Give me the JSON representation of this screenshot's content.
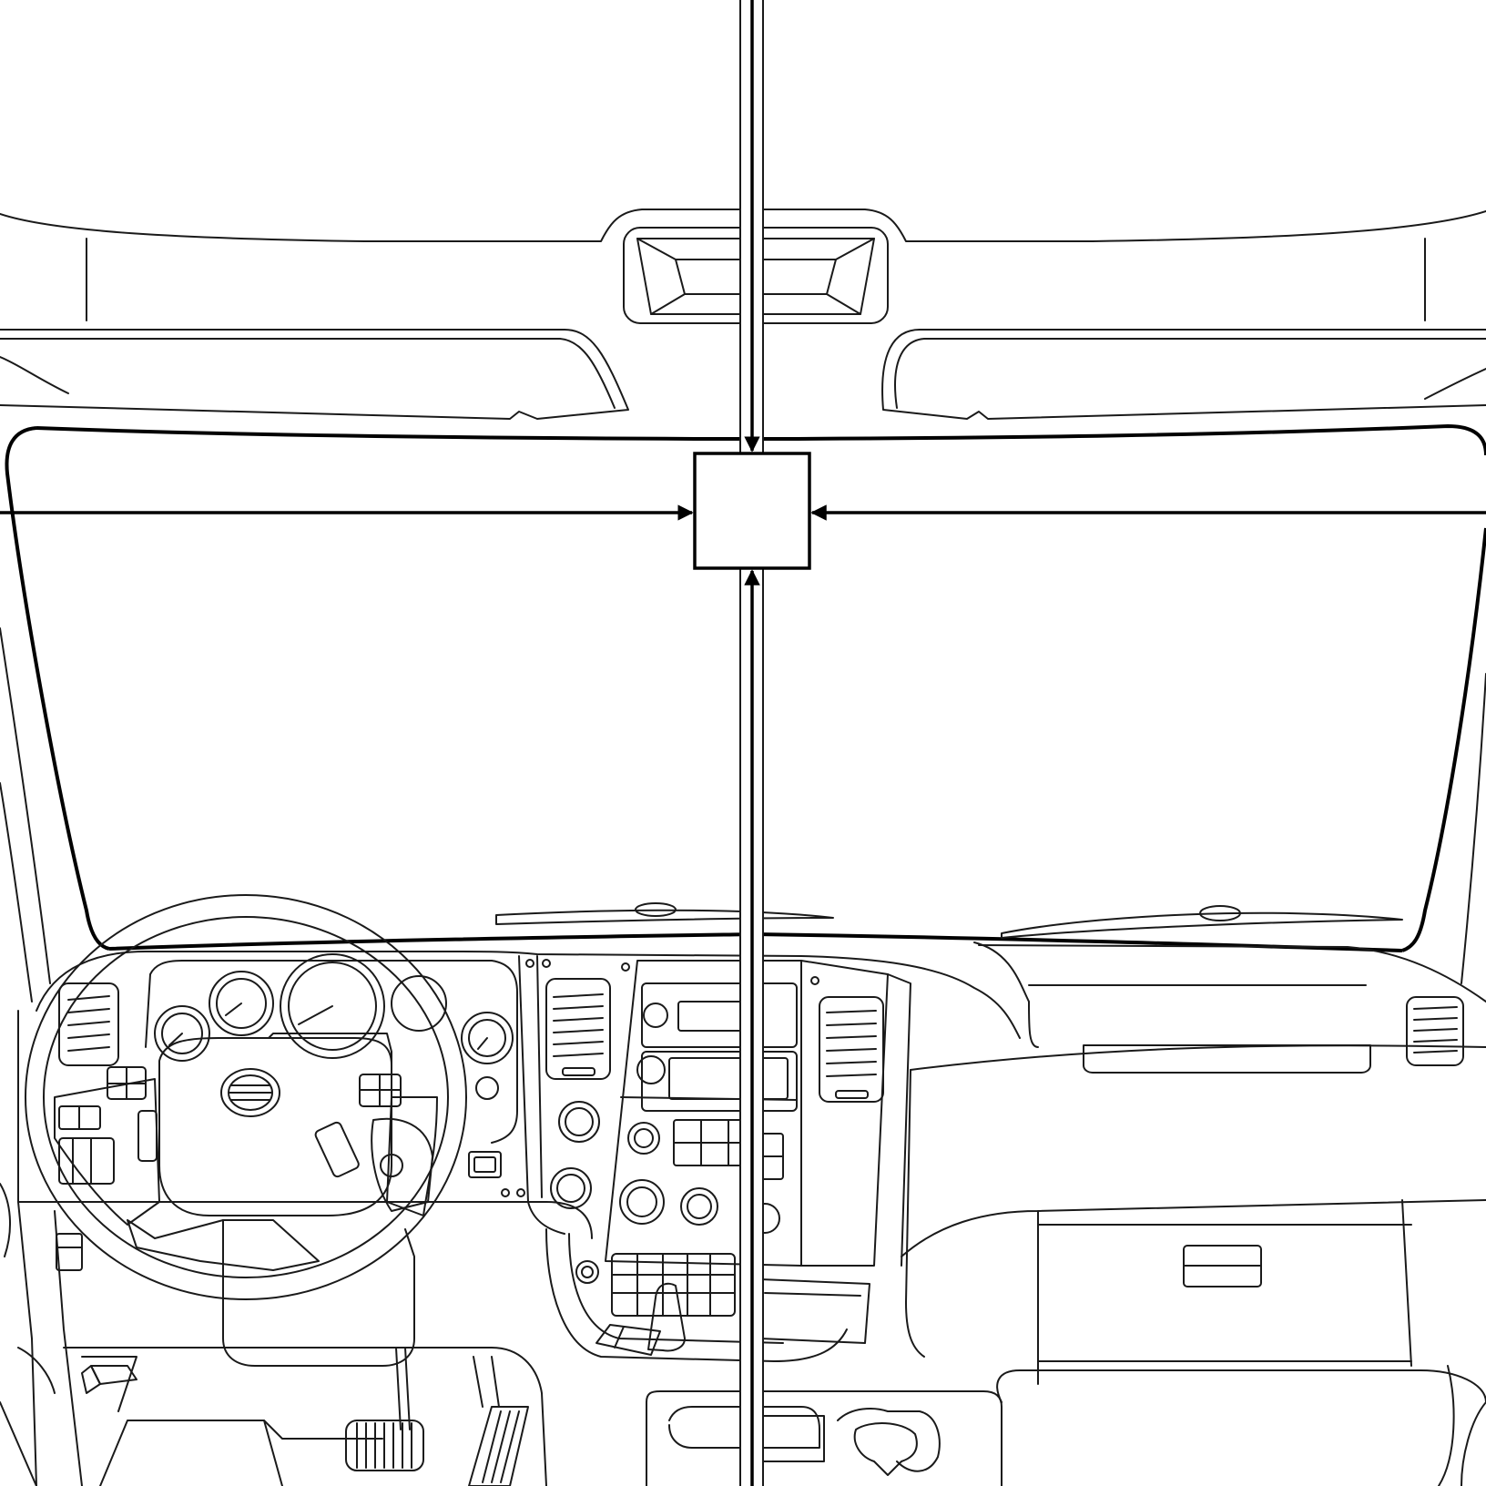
{
  "diagram": {
    "center_box_label": "",
    "colors": {
      "line": "#111111",
      "background": "#ffffff",
      "arrow": "#000000"
    },
    "arrows": [
      "from-top",
      "from-left",
      "from-right",
      "from-bottom"
    ]
  }
}
